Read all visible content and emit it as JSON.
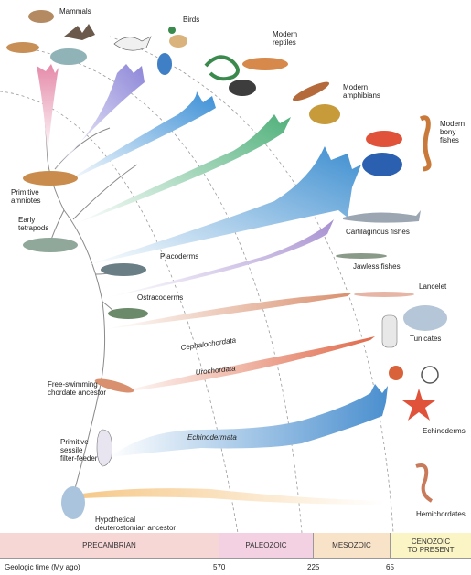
{
  "labels": {
    "mammals": "Mammals",
    "birds": "Birds",
    "modern_reptiles": [
      "Modern",
      "reptiles"
    ],
    "modern_amphibians": [
      "Modern",
      "amphibians"
    ],
    "modern_bony_fishes": [
      "Modern",
      "bony",
      "fishes"
    ],
    "primitive_amniotes": [
      "Primitive",
      "amniotes"
    ],
    "early_tetrapods": [
      "Early",
      "tetrapods"
    ],
    "cartilaginous_fishes": "Cartilaginous fishes",
    "jawless_fishes": "Jawless fishes",
    "placoderms": "Placoderms",
    "ostracoderms": "Ostracoderms",
    "lancelet": "Lancelet",
    "tunicates": "Tunicates",
    "cephalochordata": "Cephalochordata",
    "urochordata": "Urochordata",
    "free_swimming": [
      "Free-swimming",
      "chordate ancestor"
    ],
    "echinodermata": "Echinodermata",
    "echinoderms": "Echinoderms",
    "primitive_sessile": [
      "Primitive",
      "sessile",
      "filter-feeder"
    ],
    "hemichordates": "Hemichordates",
    "hypothetical": [
      "Hypothetical",
      "deuterostomian ancestor"
    ]
  },
  "eras": [
    {
      "name": "PRECAMBRIAN",
      "color": "#f7d6d6"
    },
    {
      "name": "PALEOZOIC",
      "color": "#f3d1e2"
    },
    {
      "name": "MESOZOIC",
      "color": "#f8e2c8"
    },
    {
      "name": "CENOZOIC\nTO PRESENT",
      "color": "#fbf4c4"
    }
  ],
  "timeline": {
    "caption": "Geologic time (My ago)",
    "ticks": [
      "570",
      "225",
      "65"
    ]
  },
  "colors": {
    "mammals": "#e58aa8",
    "birds": "#8d86d8",
    "reptiles": "#4a9ad8",
    "amphibians": "#4fb07a",
    "bony": "#3d8ed0",
    "cartilaginous": "#4f7fc8",
    "jawless": "#a58ed0",
    "lancelet": "#d9906e",
    "tunicate": "#e06a4a",
    "echinoderm": "#4a8fcf",
    "hemichordate": "#e0a24a"
  }
}
